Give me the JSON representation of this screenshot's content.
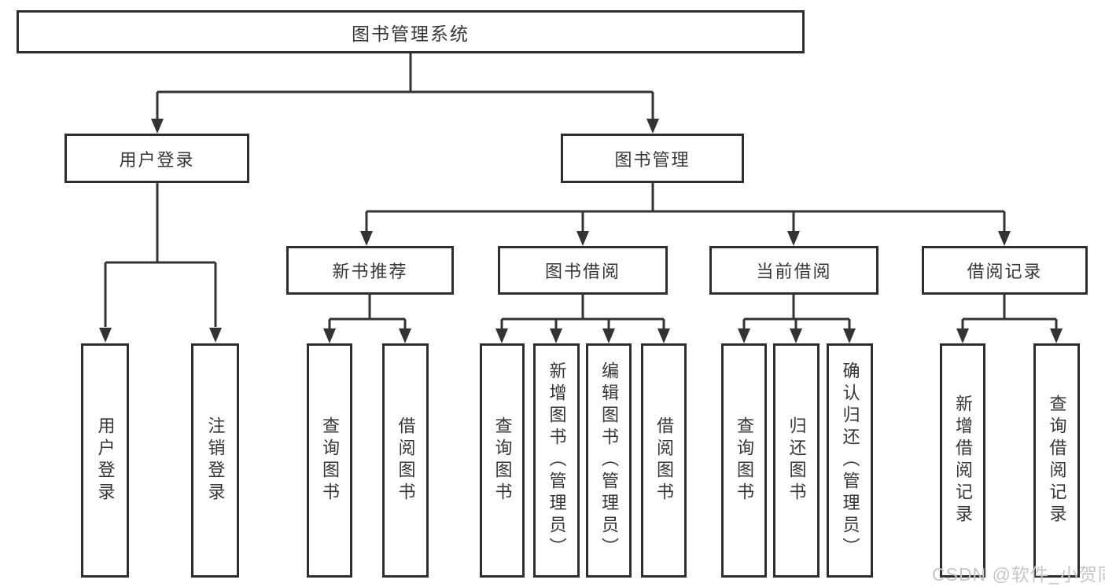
{
  "diagram": {
    "title": "图书管理系统",
    "line_color": "#333333",
    "root": {
      "label": "图书管理系统"
    },
    "level2": [
      {
        "label": "用户登录"
      },
      {
        "label": "图书管理"
      }
    ],
    "level3": [
      {
        "label": "新书推荐"
      },
      {
        "label": "图书借阅"
      },
      {
        "label": "当前借阅"
      },
      {
        "label": "借阅记录"
      }
    ],
    "leaves": [
      {
        "parent": "用户登录",
        "label": "用户登录"
      },
      {
        "parent": "用户登录",
        "label": "注销登录"
      },
      {
        "parent": "新书推荐",
        "label": "查询图书"
      },
      {
        "parent": "新书推荐",
        "label": "借阅图书"
      },
      {
        "parent": "图书借阅",
        "label": "查询图书"
      },
      {
        "parent": "图书借阅",
        "label": "新增图书（管理员）"
      },
      {
        "parent": "图书借阅",
        "label": "编辑图书（管理员）"
      },
      {
        "parent": "图书借阅",
        "label": "借阅图书"
      },
      {
        "parent": "当前借阅",
        "label": "查询图书"
      },
      {
        "parent": "当前借阅",
        "label": "归还图书"
      },
      {
        "parent": "当前借阅",
        "label": "确认归还（管理员）"
      },
      {
        "parent": "借阅记录",
        "label": "新增借阅记录"
      },
      {
        "parent": "借阅记录",
        "label": "查询借阅记录"
      }
    ]
  },
  "watermark": {
    "text": "CSDN @软件_小贺同学",
    "color": "#c6c6c6"
  }
}
